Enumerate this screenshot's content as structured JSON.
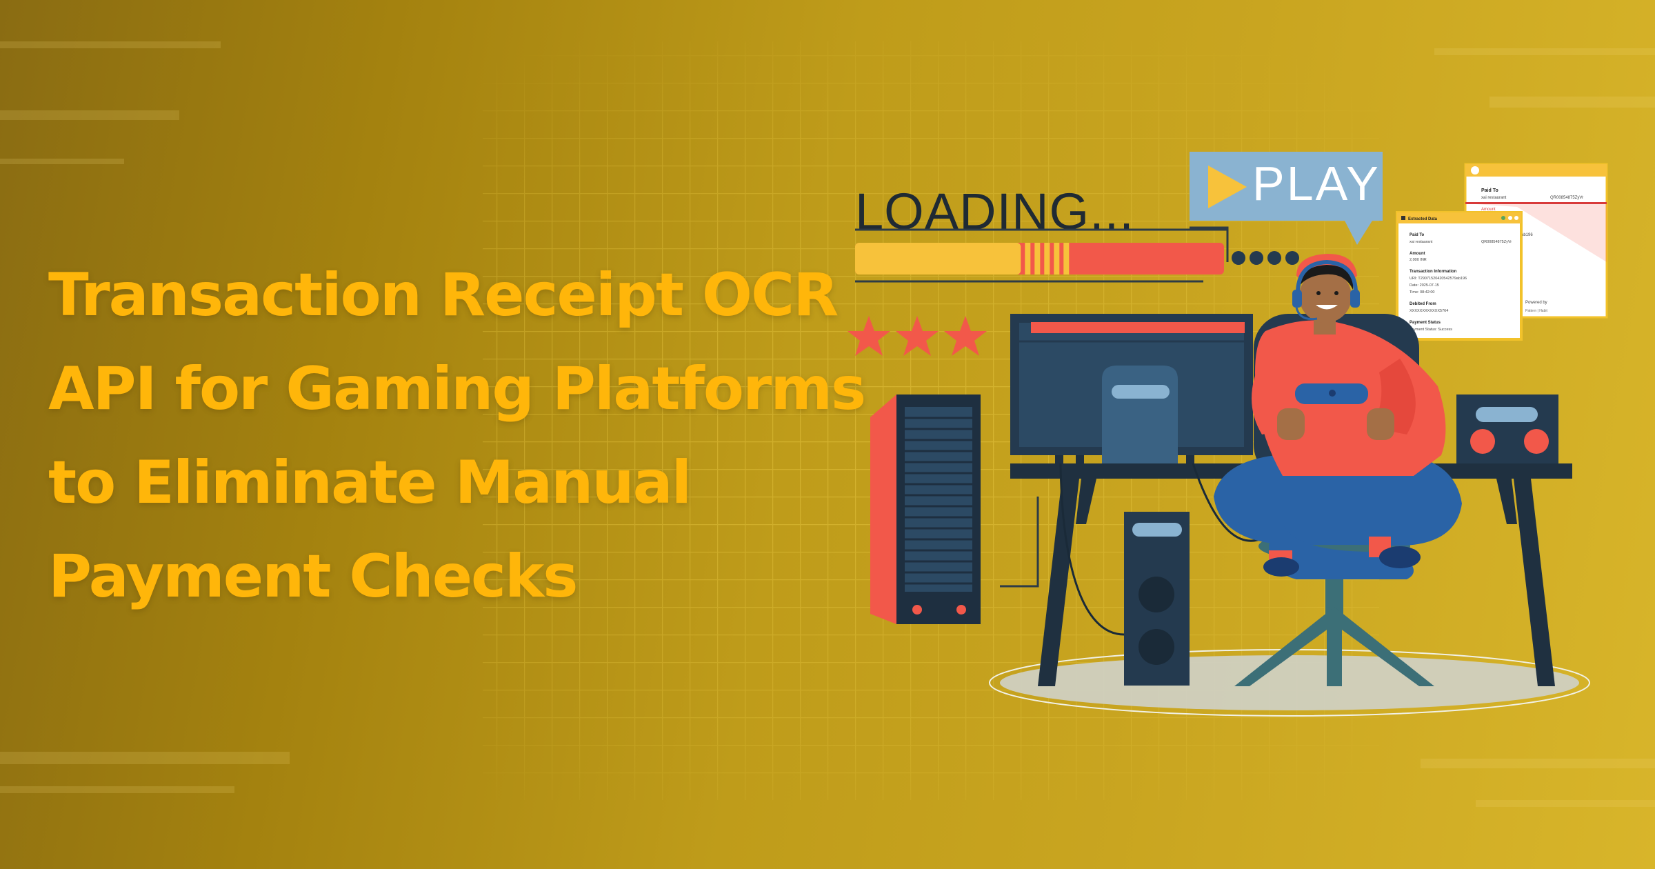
{
  "headline": {
    "line1": "Transaction Receipt OCR",
    "line2": "API for Gaming Platforms",
    "line3": "to Eliminate Manual",
    "line4": "Payment Checks"
  },
  "illustration": {
    "loading_text": "LOADING...",
    "play_text": "PLAY",
    "loading_progress": 0.58
  },
  "receipt_front": {
    "header": "Extracted Data",
    "paid_to_label": "Paid To",
    "paid_to_name": "xai restaurant",
    "paid_to_id": "QR00854875ZyVr",
    "amount_label": "Amount",
    "amount_value": "2,000 INR",
    "txn_label": "Transaction Information",
    "txn_uri": "URI: T29071520420542579ab196",
    "txn_date": "Date: 2025-07-15",
    "txn_time": "Time: 08:42:00",
    "debited_label": "Debited From",
    "debited_value": "XXXXXXXXXXXX5764",
    "status_label": "Payment Status",
    "status_value": "payment Status: Success"
  },
  "receipt_back": {
    "paid_to_label": "Paid To",
    "paid_to_name": "xai restaurant",
    "paid_to_id": "QR00854875ZyVr",
    "amount_label": "Amount",
    "txn_fragment": "579ab196",
    "powered_label": "Powered by",
    "footer_fragment": "Pattern | Habit"
  },
  "colors": {
    "title": "#ffb60a",
    "coral": "#f2584a",
    "navy": "#243a4f",
    "yellow": "#f7c23b",
    "play_box": "#8ab3d1"
  }
}
